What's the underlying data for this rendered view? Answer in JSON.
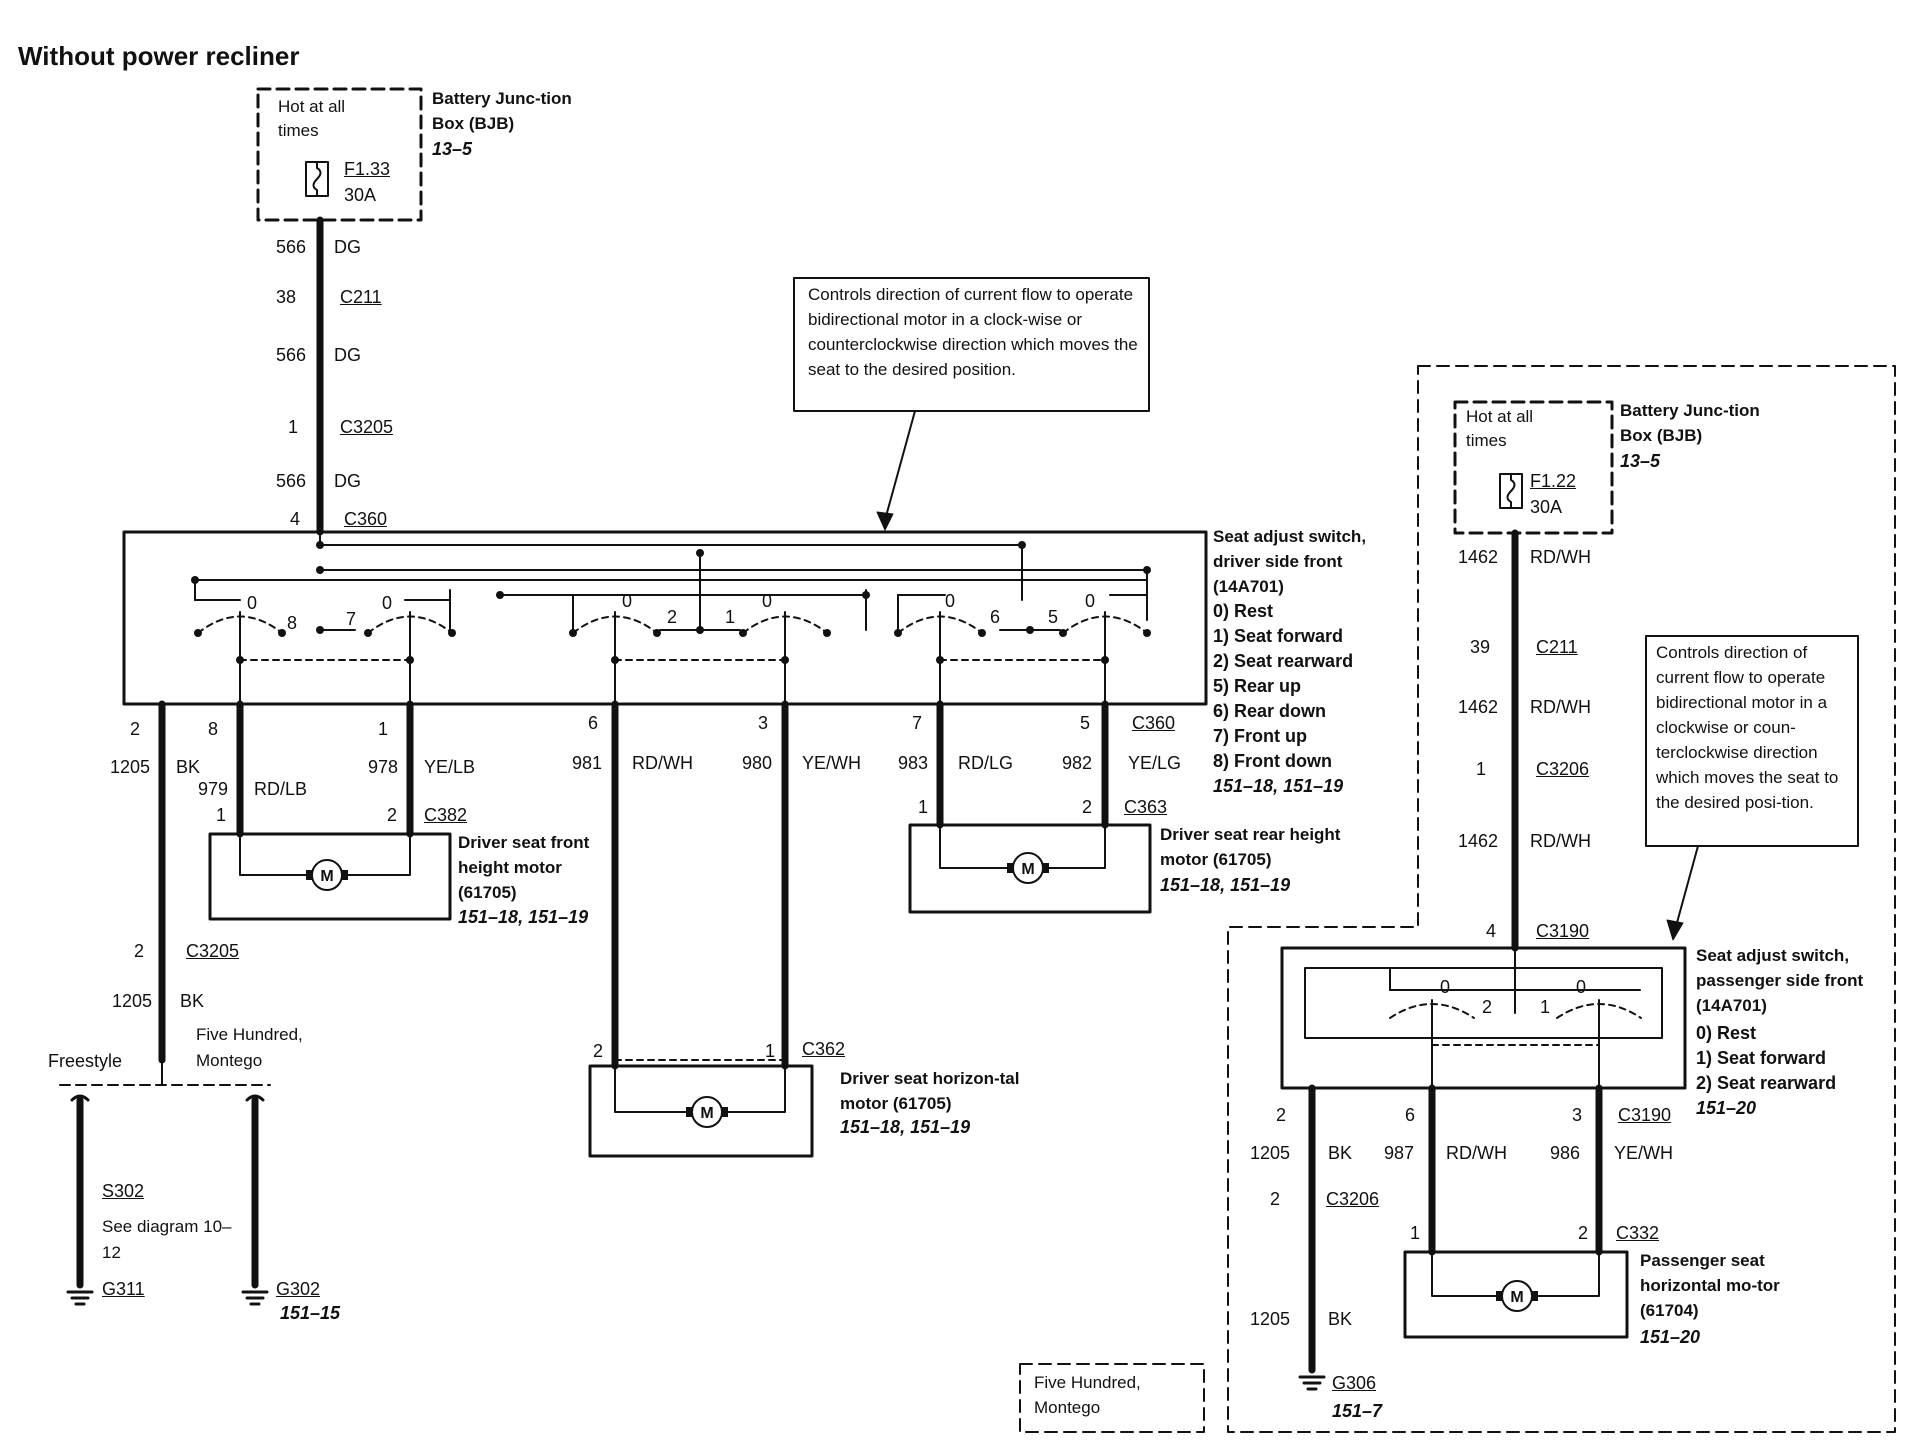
{
  "title": "Without power recliner",
  "left_bjb": {
    "hot": "Hot at all times",
    "fuse": "F1.33",
    "amps": "30A",
    "name": "Battery Junc-tion Box (BJB)",
    "ref": "13–5"
  },
  "right_bjb": {
    "hot": "Hot at all times",
    "fuse": "F1.22",
    "amps": "30A",
    "name": "Battery Junc-tion Box (BJB)",
    "ref": "13–5"
  },
  "driver_feed": [
    {
      "pin": "566",
      "label": "DG"
    },
    {
      "pin": "38",
      "label": "C211"
    },
    {
      "pin": "566",
      "label": "DG"
    },
    {
      "pin": "1",
      "label": "C3205"
    },
    {
      "pin": "566",
      "label": "DG"
    },
    {
      "pin": "4",
      "label": "C360"
    }
  ],
  "passenger_feed": [
    {
      "pin": "1462",
      "label": "RD/WH"
    },
    {
      "pin": "39",
      "label": "C211"
    },
    {
      "pin": "1462",
      "label": "RD/WH"
    },
    {
      "pin": "1",
      "label": "C3206"
    },
    {
      "pin": "1462",
      "label": "RD/WH"
    },
    {
      "pin": "4",
      "label": "C3190"
    }
  ],
  "callout_driver": "Controls direction of current flow to operate bidirectional motor in a clock-wise or counterclockwise direction which moves the seat to the desired position.",
  "callout_passenger": "Controls direction of current flow to operate bidirectional motor in a clockwise or coun-terclockwise direction which moves the seat to the desired posi-tion.",
  "driver_switch": {
    "title": "Seat adjust switch, driver side front (14A701)",
    "positions": [
      "0) Rest",
      "1) Seat forward",
      "2) Seat rearward",
      "5) Rear up",
      "6) Rear down",
      "7) Front up",
      "8) Front down"
    ],
    "ref": "151–18, 151–19",
    "contacts": [
      "0",
      "8",
      "7",
      "0",
      "0",
      "2",
      "1",
      "0",
      "0",
      "6",
      "5",
      "0"
    ]
  },
  "passenger_switch": {
    "title": "Seat adjust switch, passenger side front (14A701)",
    "positions": [
      "0) Rest",
      "1) Seat forward",
      "2) Seat rearward"
    ],
    "ref": "151–20",
    "contacts": [
      "0",
      "2",
      "1",
      "0"
    ]
  },
  "driver_outputs": {
    "pins": [
      "2",
      "8",
      "1",
      "6",
      "3",
      "7",
      "5"
    ],
    "c360": "C360",
    "circuits": [
      "1205",
      "BK",
      "979",
      "RD/LB",
      "978",
      "YE/LB",
      "981",
      "RD/WH",
      "980",
      "YE/WH",
      "983",
      "RD/LG",
      "982",
      "YE/LG"
    ]
  },
  "front_height_motor": {
    "pin1": "1",
    "pin2": "2",
    "connector": "C382",
    "name": "Driver seat front height motor (61705)",
    "ref": "151–18, 151–19"
  },
  "rear_height_motor": {
    "pin1": "1",
    "pin2": "2",
    "connector": "C363",
    "name": "Driver seat rear height motor (61705)",
    "ref": "151–18, 151–19"
  },
  "horizontal_motor": {
    "pin1": "2",
    "pin2": "1",
    "connector": "C362",
    "name": "Driver seat horizon-tal motor (61705)",
    "ref": "151–18, 151–19"
  },
  "driver_ground": {
    "pin": "2",
    "connector": "C3205",
    "circuit": "1205",
    "color": "BK",
    "branch_freestyle": "Freestyle",
    "branch_other": "Five Hundred, Montego",
    "splice": "S302",
    "see": "See diagram 10–12",
    "ground1": "G311",
    "ground2": "G302",
    "ground2_ref": "151–15"
  },
  "passenger_outputs": {
    "pins": [
      "2",
      "6",
      "3"
    ],
    "connector": "C3190",
    "circuits": [
      "1205",
      "BK",
      "987",
      "RD/WH",
      "986",
      "YE/WH"
    ],
    "ground_pin": "2",
    "ground_conn": "C3206",
    "ground_circuit": "1205",
    "ground_color": "BK",
    "ground": "G306",
    "ground_ref": "151–7"
  },
  "passenger_motor": {
    "pin1": "1",
    "pin2": "2",
    "connector": "C332",
    "name": "Passenger seat horizontal mo-tor (61704)",
    "ref": "151–20"
  },
  "legend_box": "Five Hundred, Montego"
}
